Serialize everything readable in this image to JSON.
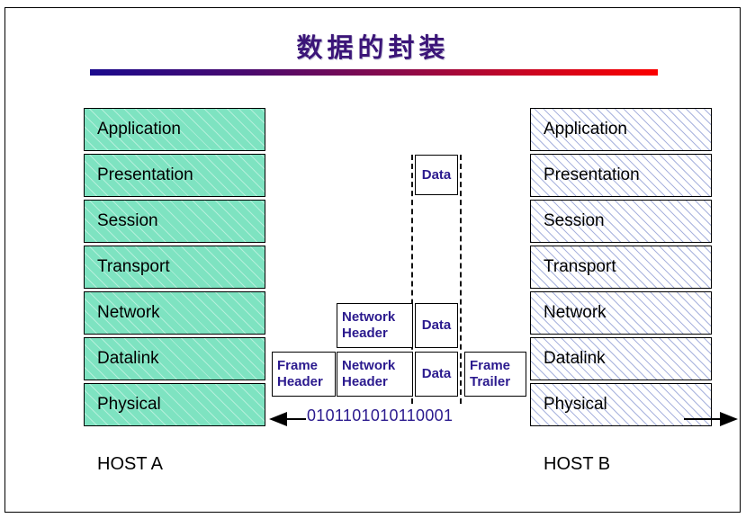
{
  "slide": {
    "title": "数据的封装",
    "accent_start": "#1b0a8d",
    "accent_end": "#fb0000",
    "title_color": "#3b1578"
  },
  "host_a": {
    "caption": "HOST A",
    "fill_color": "#7ee3c1",
    "layers": [
      {
        "label": "Application"
      },
      {
        "label": "Presentation"
      },
      {
        "label": "Session"
      },
      {
        "label": "Transport"
      },
      {
        "label": "Network"
      },
      {
        "label": "Datalink"
      },
      {
        "label": "Physical"
      }
    ]
  },
  "host_b": {
    "caption": "HOST B",
    "fill_color": "#ffffff",
    "hatch_color": "#a9b3de",
    "layers": [
      {
        "label": "Application"
      },
      {
        "label": "Presentation"
      },
      {
        "label": "Session"
      },
      {
        "label": "Transport"
      },
      {
        "label": "Network"
      },
      {
        "label": "Datalink"
      },
      {
        "label": "Physical"
      }
    ]
  },
  "encapsulation": {
    "text_color": "#2b1a8e",
    "data_top": {
      "label": "Data"
    },
    "network_row": {
      "header_line1": "Network",
      "header_line2": "Header",
      "data_label": "Data"
    },
    "frame_row": {
      "frame_header_line1": "Frame",
      "frame_header_line2": "Header",
      "network_header_line1": "Network",
      "network_header_line2": "Header",
      "data_label": "Data",
      "frame_trailer_line1": "Frame",
      "frame_trailer_line2": "Trailer"
    }
  },
  "bitstream": {
    "value": "0101101010110001"
  }
}
